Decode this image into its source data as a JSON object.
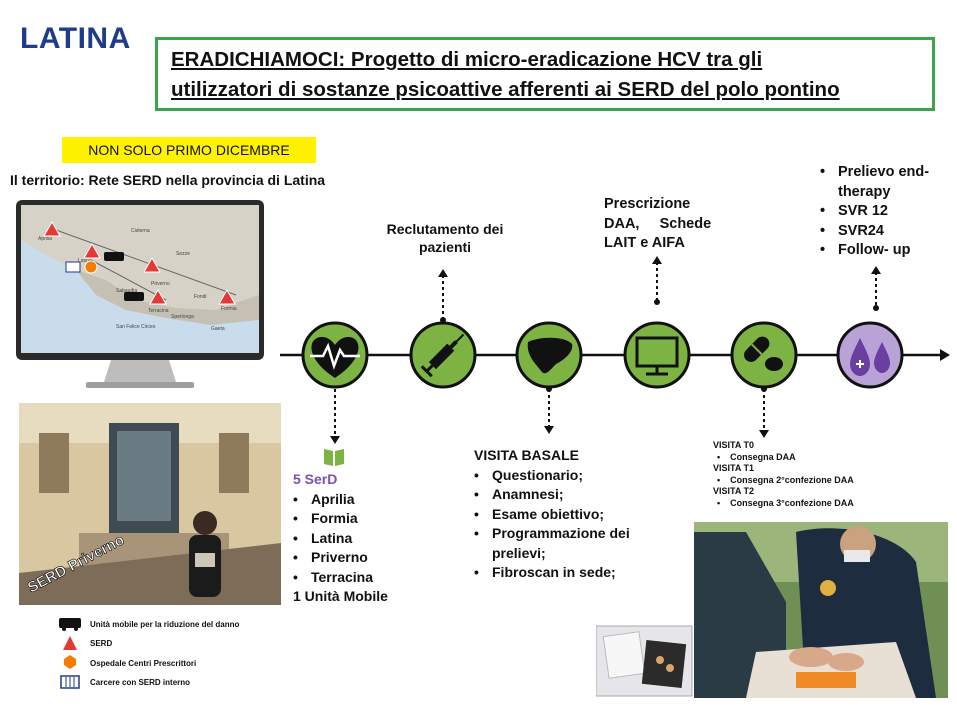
{
  "brand": "LATINA",
  "title": {
    "line1": "ERADICHIAMOCI: Progetto di micro-eradicazione HCV tra gli",
    "line2": "utilizzatori di sostanze psicoattive afferenti ai SERD del polo pontino"
  },
  "highlight": "NON SOLO PRIMO DICEMBRE",
  "territory_heading": "Il territorio: Rete SERD nella provincia di Latina",
  "photo_caption": "SERD Priverno",
  "map_labels": [
    "Cisterna",
    "Sezze",
    "Aprilia",
    "Latina",
    "Priverno",
    "Sabaudia",
    "Terracina",
    "San Felice Circeo",
    "Fondi",
    "Sperlonga",
    "Formia",
    "Gaeta"
  ],
  "recruitment": {
    "label_line1": "Reclutamento dei",
    "label_line2": "pazienti"
  },
  "serd": {
    "heading": "5 SerD",
    "items": [
      "Aprilia",
      "Formia",
      "Latina",
      "Priverno",
      "Terracina"
    ],
    "mobile": "1 Unità Mobile"
  },
  "baseline": {
    "heading": "VISITA BASALE",
    "items": [
      "Questionario;",
      "Anamnesi;",
      "Esame obiettivo;",
      "Programmazione dei",
      "prelievi;",
      "Fibroscan in sede;"
    ]
  },
  "prescription": {
    "line1": "Prescrizione",
    "line2": "DAA,     Schede",
    "line3": "LAIT e AIFA"
  },
  "visits": {
    "t0": "VISITA T0",
    "t0_item": "Consegna DAA",
    "t1": "VISITA T1",
    "t1_item": "Consegna 2°confezione DAA",
    "t2": "VISITA T2",
    "t2_item": "Consegna 3°confezione DAA"
  },
  "followup": {
    "items": [
      "Prelievo end-",
      "therapy",
      "SVR 12",
      "SVR24",
      "Follow- up"
    ]
  },
  "legend": {
    "mobile_unit": "Unità mobile per la riduzione del danno",
    "serd": "SERD",
    "hospital": "Ospedale Centri Prescrittori",
    "prison": "Carcere con SERD interno"
  },
  "colors": {
    "green": "#7cb342",
    "brand_blue": "#1f3b8c",
    "title_border": "#3aa54b",
    "highlight": "#fff200",
    "serd_red": "#e53935",
    "serd_heading": "#7b4fb0"
  }
}
